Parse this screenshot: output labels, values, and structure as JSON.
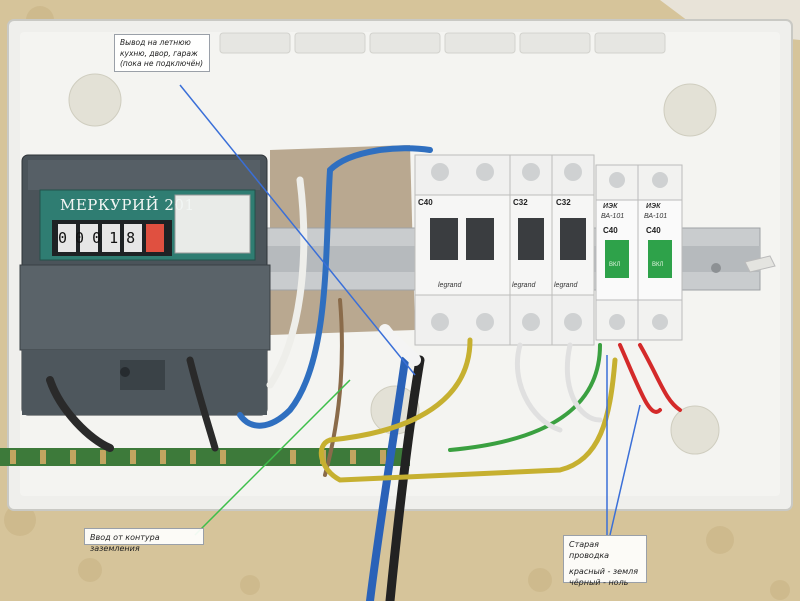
{
  "annotations": {
    "top": [
      "Вывод на летнюю",
      "кухню, двор, гараж",
      "(пока не подключён)"
    ],
    "ground": "Ввод от контура заземления",
    "old_wiring": {
      "title": "Старая проводка",
      "line1": "красный - земля",
      "line2": "чёрный - ноль"
    }
  },
  "meter": {
    "brand": "МЕРКУРИЙ",
    "model": "201",
    "digits": [
      "0",
      "0",
      "0",
      "1",
      "8"
    ]
  },
  "breakers": [
    {
      "rating": "C40",
      "brand": "legrand"
    },
    {
      "rating": "C32",
      "brand": "legrand"
    },
    {
      "rating": "C32",
      "brand": "legrand"
    },
    {
      "rating": "C40",
      "brand": "ИЭК",
      "model": "ВА-101",
      "state": "ВКЛ"
    },
    {
      "rating": "C40",
      "brand": "ИЭК",
      "model": "ВА-101",
      "state": "ВКЛ"
    }
  ],
  "colors": {
    "wall": "#d9c8a0",
    "enclosure": "#f1f1ee",
    "meter_body": "#4a5258",
    "annotation_line_blue": "#3a6fd8",
    "annotation_line_green": "#3dbf4a"
  }
}
